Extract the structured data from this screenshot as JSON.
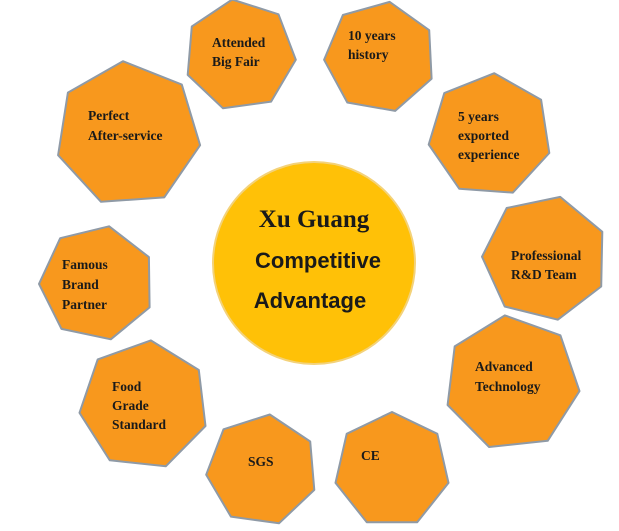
{
  "center": {
    "title": "Xu Guang",
    "line2": "Competitive",
    "line3": "Advantage"
  },
  "items": [
    {
      "lines": [
        "Attended",
        "Big Fair"
      ]
    },
    {
      "lines": [
        "10 years",
        "history"
      ]
    },
    {
      "lines": [
        "5 years",
        "exported",
        "experience"
      ]
    },
    {
      "lines": [
        "Professional",
        "R&D Team"
      ]
    },
    {
      "lines": [
        "Advanced",
        "Technology"
      ]
    },
    {
      "lines": [
        "CE"
      ]
    },
    {
      "lines": [
        "SGS"
      ]
    },
    {
      "lines": [
        "Food",
        "Grade",
        "Standard"
      ]
    },
    {
      "lines": [
        "Famous",
        "Brand",
        "Partner"
      ]
    },
    {
      "lines": [
        "Perfect",
        "After-service"
      ]
    }
  ],
  "colors": {
    "hexagon_fill": "#f8981d",
    "hexagon_border": "#8f9aa6",
    "center_fill": "#ffc107"
  }
}
